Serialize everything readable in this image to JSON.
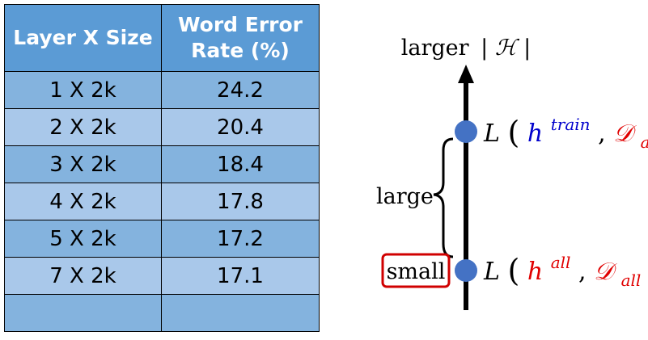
{
  "table": {
    "headers": [
      "Layer X Size",
      "Word Error Rate (%)"
    ],
    "header_lines": [
      [
        "Layer X Size"
      ],
      [
        "Word Error",
        "Rate (%)"
      ]
    ],
    "rows": [
      [
        "1 X 2k",
        "24.2"
      ],
      [
        "2 X 2k",
        "20.4"
      ],
      [
        "3 X 2k",
        "18.4"
      ],
      [
        "4 X 2k",
        "17.8"
      ],
      [
        "5 X 2k",
        "17.2"
      ],
      [
        "7 X 2k",
        "17.1"
      ],
      [
        "",
        ""
      ]
    ]
  },
  "diagram": {
    "axis_label": {
      "word": "larger",
      "bar_left": "|",
      "symbol": "ℋ",
      "bar_right": "|"
    },
    "top_point": {
      "func": "L",
      "h": "h",
      "sup": "train",
      "comma": ",",
      "D": "𝒟",
      "sub": "all"
    },
    "bottom_point": {
      "func": "L",
      "h": "h",
      "sup": "all",
      "comma": ",",
      "D": "𝒟",
      "sub": "all"
    },
    "gap_label": "large",
    "small_label": "small",
    "colors": {
      "point": "#4472c4",
      "h_train": "#0000cc",
      "red": "#e00000",
      "box": "#d00000"
    }
  }
}
